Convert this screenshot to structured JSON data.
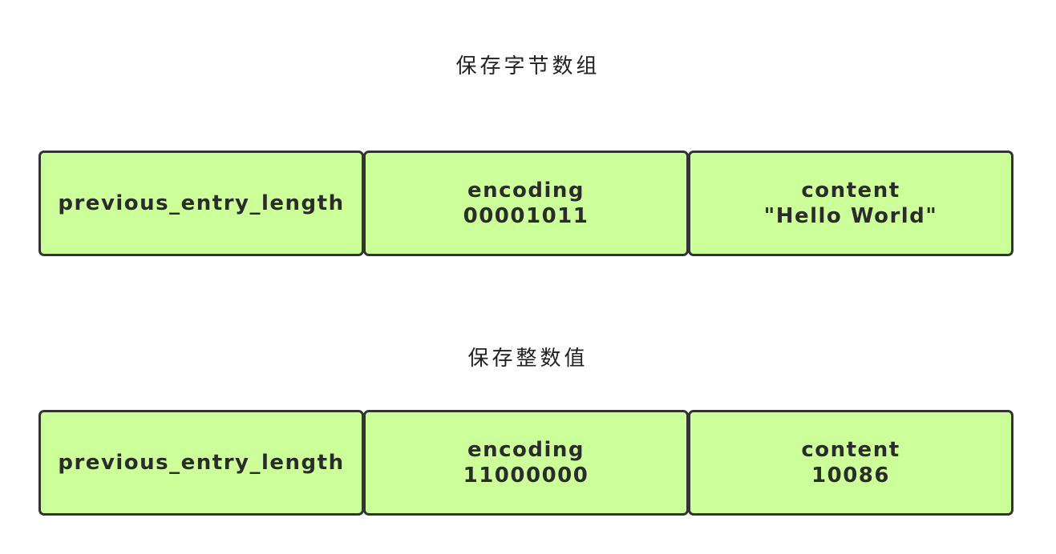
{
  "sections": [
    {
      "title": "保存字节数组",
      "fields": {
        "previous_entry_length": "previous_entry_length",
        "encoding_label": "encoding",
        "encoding_value": "00001011",
        "content_label": "content",
        "content_value": "\"Hello World\""
      }
    },
    {
      "title": "保存整数值",
      "fields": {
        "previous_entry_length": "previous_entry_length",
        "encoding_label": "encoding",
        "encoding_value": "11000000",
        "content_label": "content",
        "content_value": "10086"
      }
    }
  ],
  "colors": {
    "cell_fill": "#ccff99",
    "cell_border": "#333333",
    "text": "#2b2b2b"
  }
}
